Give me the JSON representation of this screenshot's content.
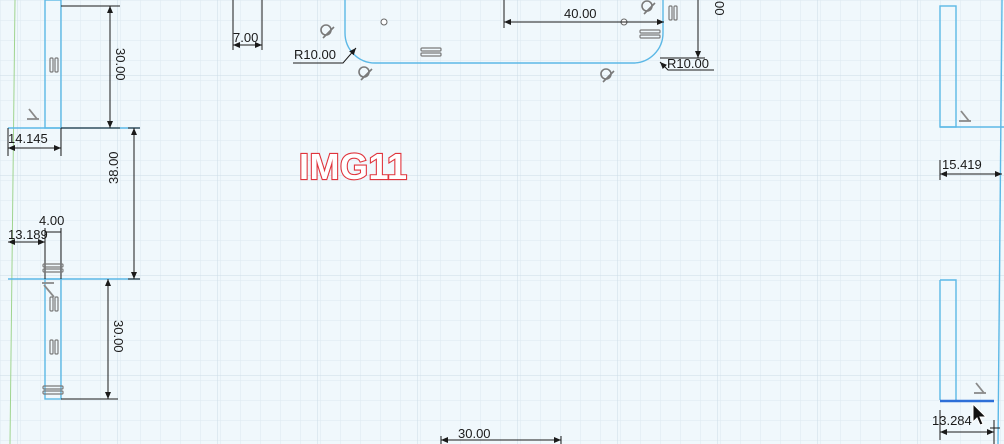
{
  "watermark": "IMG11",
  "dimensions": {
    "d_7_00": "7.00",
    "d_r10_left": "R10.00",
    "d_40_00": "40.00",
    "d_r10_right": "R10.00",
    "d_00_top": "00",
    "d_30_00_left_top": "30.00",
    "d_14_145": "14.145",
    "d_38_00": "38.00",
    "d_4_00": "4.00",
    "d_13_189": "13.189",
    "d_30_00_left_bottom": "30.00",
    "d_15_419": "15.419",
    "d_13_284": "13.284",
    "d_30_00_bottom": "30.00"
  },
  "icons": [
    "perpendicular-constraint-icon",
    "parallel-constraint-icon",
    "tangent-constraint-icon",
    "horizontal-constraint-icon",
    "mouse-cursor-icon"
  ],
  "colors": {
    "grid": "#d8e6ee",
    "grid_major": "#c6d8e3",
    "sketch_line": "#5cb8e6",
    "selected_line": "#2d6fd8",
    "dimension": "#1a1a1a",
    "constraint": "#808080",
    "watermark_stroke": "#e0343c",
    "background": "#f0f8fc"
  }
}
